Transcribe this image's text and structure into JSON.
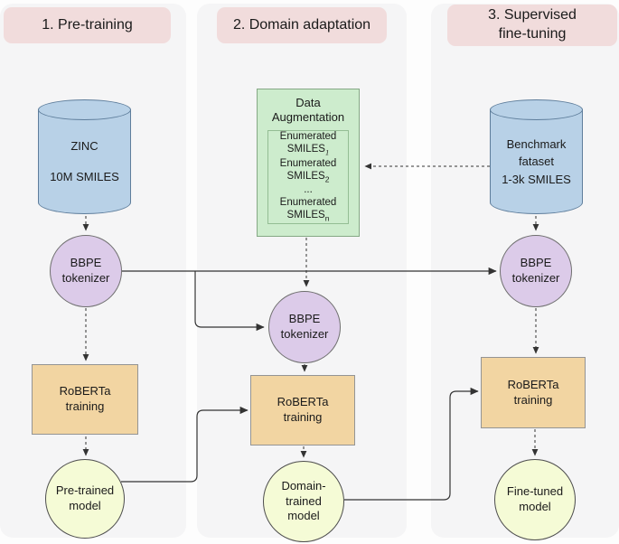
{
  "headers": {
    "step1": "1. Pre-training",
    "step2": "2. Domain adaptation",
    "step3_line1": "3. Supervised",
    "step3_line2": "fine-tuning"
  },
  "pretraining": {
    "database": {
      "name": "ZINC",
      "size": "10M SMILES"
    },
    "tokenizer": {
      "line1": "BBPE",
      "line2": "tokenizer"
    },
    "training": {
      "line1": "RoBERTa",
      "line2": "training"
    },
    "model": {
      "line1": "Pre-trained",
      "line2": "model"
    }
  },
  "domain_adaptation": {
    "augmentation": {
      "title": "Data Augmentation",
      "items": [
        {
          "label": "Enumerated",
          "base": "SMILES",
          "sub": "1"
        },
        {
          "label": "Enumerated",
          "base": "SMILES",
          "sub": "2"
        },
        {
          "label": "Enumerated",
          "base": "SMILES",
          "sub": "n"
        }
      ],
      "ellipsis": "..."
    },
    "tokenizer": {
      "line1": "BBPE",
      "line2": "tokenizer"
    },
    "training": {
      "line1": "RoBERTa",
      "line2": "training"
    },
    "model": {
      "line1": "Domain-",
      "line2": "trained",
      "line3": "model"
    }
  },
  "fine_tuning": {
    "database": {
      "line1": "Benchmark",
      "line2": "fataset",
      "line3": "1-3k SMILES"
    },
    "tokenizer": {
      "line1": "BBPE",
      "line2": "tokenizer"
    },
    "training": {
      "line1": "RoBERTa",
      "line2": "training"
    },
    "model": {
      "line1": "Fine-tuned",
      "line2": "model"
    }
  },
  "colors": {
    "panel_bg": "#f5f5f6",
    "header_pink": "#f1dcdc",
    "database_blue": "#b8d1e7",
    "tokenizer_purple": "#dccbe9",
    "training_orange": "#f2d5a2",
    "model_yellow": "#f5fbd6",
    "augmentation_green": "#cdeccd",
    "line": "#333333"
  }
}
